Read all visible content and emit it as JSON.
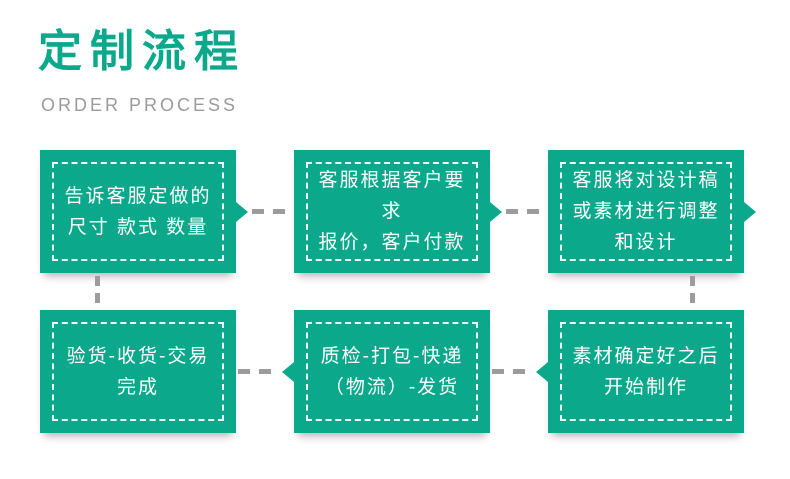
{
  "header": {
    "title": "定制流程",
    "subtitle": "ORDER PROCESS"
  },
  "colors": {
    "box_green": "#0ba88b",
    "connector_gray": "#9c9c9c",
    "subtitle_gray": "#9b9b9b",
    "box_text": "#ffffff",
    "background": "#ffffff"
  },
  "steps": [
    {
      "order": 1,
      "position": "top-left",
      "text": "告诉客服定做的\n尺寸 款式 数量"
    },
    {
      "order": 2,
      "position": "top-center",
      "text": "客服根据客户要求\n报价，客户付款"
    },
    {
      "order": 3,
      "position": "top-right",
      "text": "客服将对设计稿\n或素材进行调整\n和设计"
    },
    {
      "order": 4,
      "position": "bottom-right",
      "text": "素材确定好之后\n开始制作"
    },
    {
      "order": 5,
      "position": "bottom-center",
      "text": "质检-打包-快递\n（物流）-发货"
    },
    {
      "order": 6,
      "position": "bottom-left",
      "text": "验货-收货-交易\n完成"
    }
  ]
}
